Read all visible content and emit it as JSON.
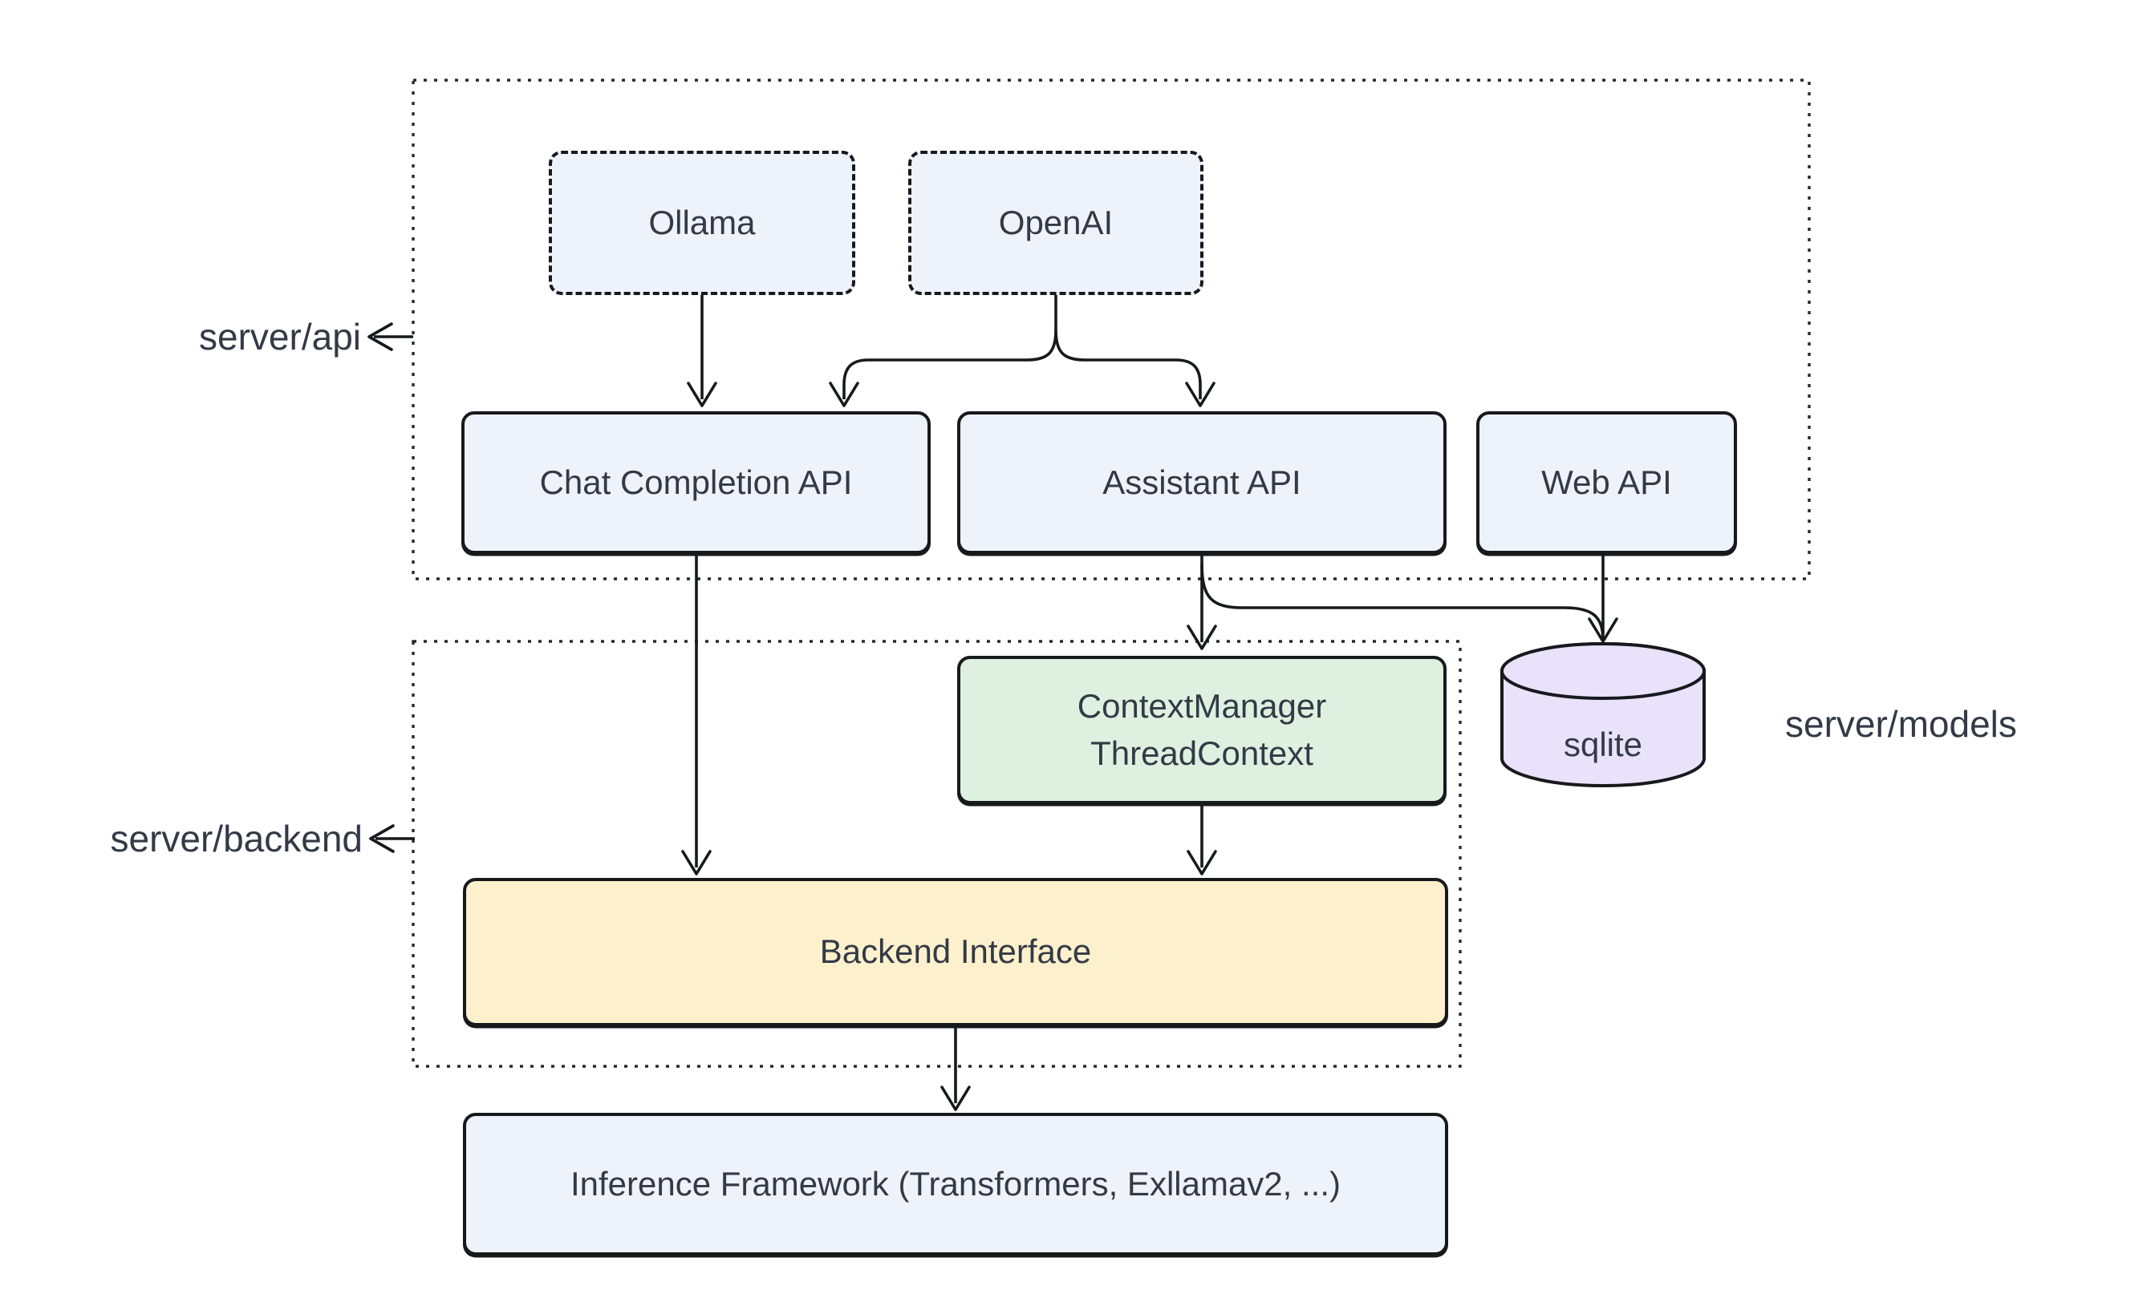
{
  "containers": {
    "api": {
      "label": "server/api"
    },
    "backend": {
      "label": "server/backend"
    },
    "models": {
      "label": "server/models"
    }
  },
  "nodes": {
    "ollama": {
      "label": "Ollama"
    },
    "openai": {
      "label": "OpenAI"
    },
    "chat_completion": {
      "label": "Chat Completion API"
    },
    "assistant": {
      "label": "Assistant API"
    },
    "web": {
      "label": "Web API"
    },
    "context_manager": {
      "lines": [
        "ContextManager",
        "ThreadContext"
      ]
    },
    "backend_interface": {
      "label": "Backend Interface"
    },
    "sqlite": {
      "label": "sqlite"
    },
    "inference": {
      "label": "Inference Framework (Transformers, Exllamav2, ...)"
    }
  },
  "edges": [
    {
      "from": "Ollama",
      "to": "Chat Completion API"
    },
    {
      "from": "OpenAI",
      "to": "Chat Completion API"
    },
    {
      "from": "OpenAI",
      "to": "Assistant API"
    },
    {
      "from": "Assistant API",
      "to": "ContextManager ThreadContext"
    },
    {
      "from": "Assistant API",
      "to": "sqlite"
    },
    {
      "from": "Web API",
      "to": "sqlite"
    },
    {
      "from": "Chat Completion API",
      "to": "Backend Interface"
    },
    {
      "from": "ContextManager ThreadContext",
      "to": "Backend Interface"
    },
    {
      "from": "Backend Interface",
      "to": "Inference Framework (Transformers, Exllamav2, ...)"
    }
  ],
  "colors": {
    "node_blue": "#eef2fb",
    "node_green": "#def1e0",
    "node_yellow": "#fdf0cc",
    "node_purple": "#eae1fa",
    "border": "#17191d",
    "text": "#333a46",
    "background": "#ffffff"
  }
}
